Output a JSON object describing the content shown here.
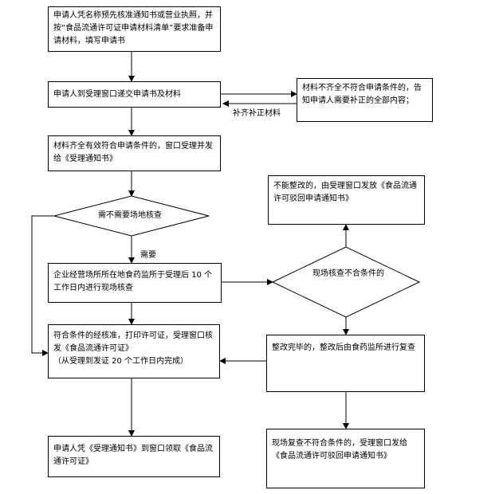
{
  "flow": {
    "step1": "申请人凭名称预先核准通知书或营业执照，并按“食品流通许可证申请材料清单”要求准备申请材料，填写申请书",
    "step2": "申请人到受理窗口递交申请书及材料",
    "incomplete": "材料不齐全不符合申请条件的，告知申请人需要补正的全部内容；",
    "supplement": "补齐补正材料",
    "step3": "材料齐全有效符合申请条件的，窗口受理并发给《受理通知书》",
    "decision_site": "需不需要场地核查",
    "need_label": "需要",
    "step4": "企业经营场所所在地食药监所于受理后 10 个工作日内进行现场核查",
    "decision_fail": "现场核查不合条件的",
    "reject1": "不能整改的，由受理窗口发放《食品流通许可驳回申请通知书》",
    "rectify": "整改完毕的，整改后由食药监所进行复查",
    "approve": "符合条件的经核准，打印许可证，受理窗口核发《食品流通许可证》",
    "approve_note": "（从受理到发证 20 个工作日内完成）",
    "reject2": "现场复查不符合条件的，受理窗口发给《食品流通许可驳回申请通知书》",
    "collect": "申请人凭《受理通知书》到窗口领取《食品流通许可证》"
  }
}
